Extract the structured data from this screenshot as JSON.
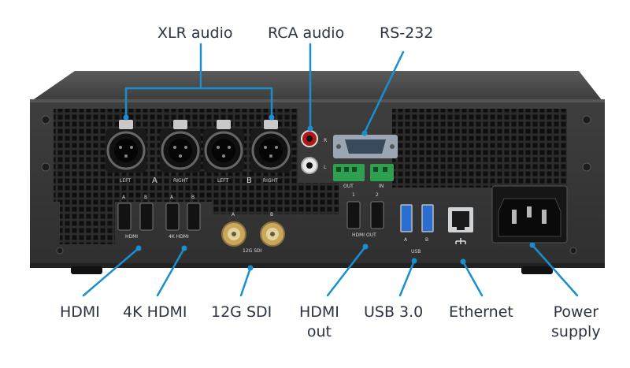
{
  "callouts": {
    "xlr": "XLR audio",
    "rca": "RCA audio",
    "rs232": "RS-232",
    "hdmi": "HDMI",
    "hdmi4k": "4K HDMI",
    "sdi12g": "12G SDI",
    "hdmi_out_line1": "HDMI",
    "hdmi_out_line2": "out",
    "usb3": "USB 3.0",
    "ethernet": "Ethernet",
    "power_line1": "Power",
    "power_line2": "supply"
  },
  "panel_labels": {
    "xlr_left_1": "LEFT",
    "xlr_a": "A",
    "xlr_right_1": "RIGHT",
    "xlr_left_2": "LEFT",
    "xlr_b": "B",
    "xlr_right_2": "RIGHT",
    "rca_r": "R",
    "rca_l": "L",
    "out": "OUT",
    "in": "IN",
    "hdmi_a1": "A",
    "hdmi_b1": "B",
    "hdmi_a2": "A",
    "hdmi_b2": "B",
    "hdmi": "HDMI",
    "hdmi_4k": "4K HDMI",
    "sdi_a": "A",
    "sdi_b": "B",
    "sdi": "12G SDI",
    "hdmi_out_1": "1",
    "hdmi_out_2": "2",
    "hdmi_out": "HDMI OUT",
    "usb_a": "A",
    "usb_b": "B",
    "usb": "USB"
  },
  "colors": {
    "leader_line": "#1a8fd0",
    "chassis": "#3a3a3a",
    "chassis_top": "#4a4a4a",
    "label_text": "#2b3440"
  }
}
